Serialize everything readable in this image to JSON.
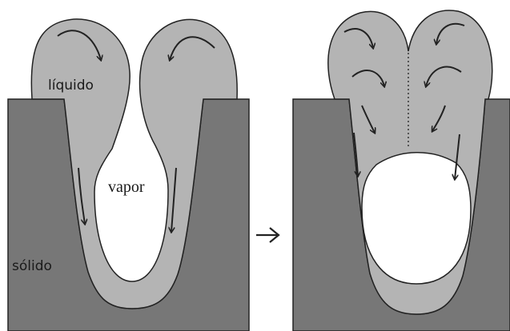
{
  "labels": {
    "liquid": "líquido",
    "vapor": "vapor",
    "solid": "sólido"
  },
  "colors": {
    "background": "#ffffff",
    "solid": "#777777",
    "liquid": "#b4b4b4",
    "outline": "#222222",
    "arrow": "#222222"
  },
  "icons": {
    "transition": "right-arrow-icon"
  }
}
